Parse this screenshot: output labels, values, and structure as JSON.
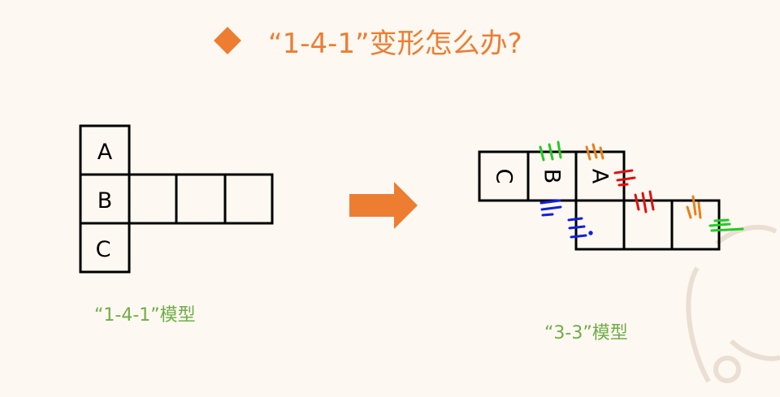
{
  "title": "“1-4-1”变形怎么办?",
  "left_diagram": {
    "caption": "“1-4-1”模型",
    "labels": [
      "A",
      "B",
      "C"
    ]
  },
  "right_diagram": {
    "caption": "“3-3”模型",
    "labels": [
      "C",
      "B",
      "A"
    ]
  },
  "colors": {
    "accent": "#ed7d31",
    "caption": "#70ad47",
    "background": "#fdf8f1",
    "mark_green": "#22cc22",
    "mark_orange": "#e8801a",
    "mark_red": "#e01010",
    "mark_blue": "#1020e0"
  }
}
